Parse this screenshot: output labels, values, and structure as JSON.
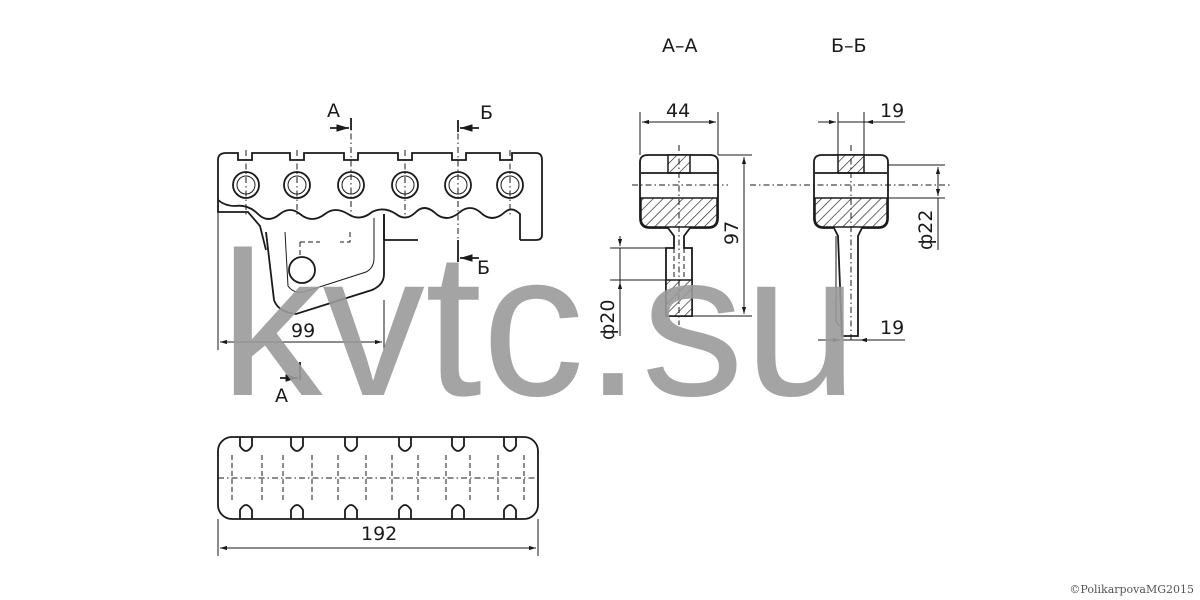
{
  "sections": {
    "aa_title": "А–А",
    "bb_title": "Б–Б",
    "cut_a": "А",
    "cut_b": "Б"
  },
  "dimensions": {
    "front_width": "99",
    "total_length": "192",
    "aa_width": "44",
    "aa_height": "97",
    "aa_diameter": "ф20",
    "bb_width_top": "19",
    "bb_width_bottom": "19",
    "bb_diameter": "ф22"
  },
  "watermark": "kvtc.su",
  "copyright": "©PolikarpovaMG2015"
}
